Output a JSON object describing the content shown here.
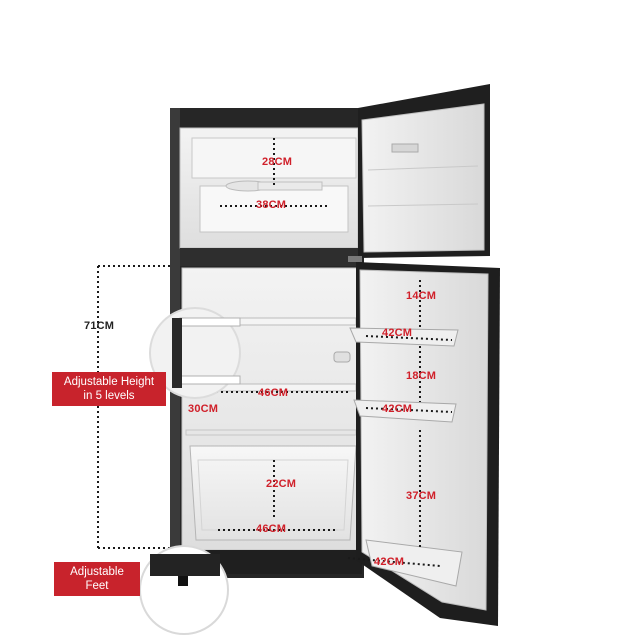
{
  "dimensions": {
    "freezer_height": "28CM",
    "freezer_width": "38CM",
    "fridge_total_height": "71CM",
    "shelf_width": "46CM",
    "shelf_gap": "30CM",
    "crisper_height": "22CM",
    "crisper_width": "46CM",
    "door_top_gap": "14CM",
    "door_shelf1_width": "42CM",
    "door_shelf_gap": "18CM",
    "door_shelf2_width": "42CM",
    "door_lower_gap": "37CM",
    "door_shelf3_width": "42CM"
  },
  "callouts": {
    "adjustable_height": "Adjustable Height in 5 levels",
    "adjustable_feet": "Adjustable Feet"
  },
  "colors": {
    "accent_red": "#c8232c",
    "cabinet": "#2b2b2b",
    "interior": "#ececec"
  }
}
